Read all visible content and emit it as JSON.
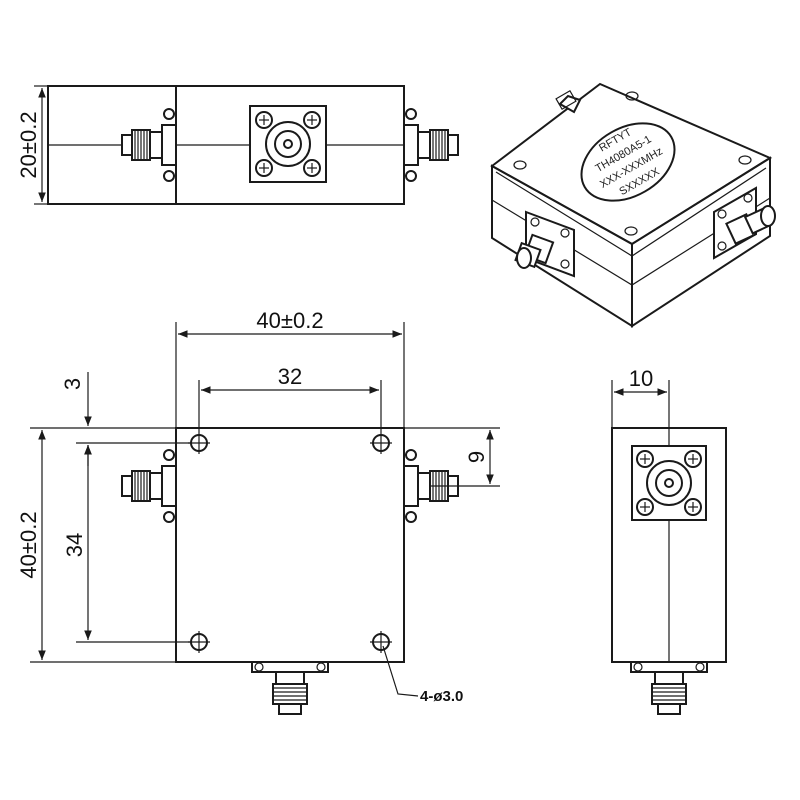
{
  "dimensions": {
    "height": "20±0.2",
    "width": "40±0.2",
    "hole_spacing_x": "32",
    "hole_offset": "3",
    "length": "40±0.2",
    "hole_spacing_y": "34",
    "port_offset": "9",
    "side_width": "10",
    "holes": "4-ø3.0"
  },
  "label": {
    "brand": "RFTYT",
    "model": "TH4080A5-1",
    "frequency": "XXX-XXXMHz",
    "serial": "SXXXXX"
  }
}
